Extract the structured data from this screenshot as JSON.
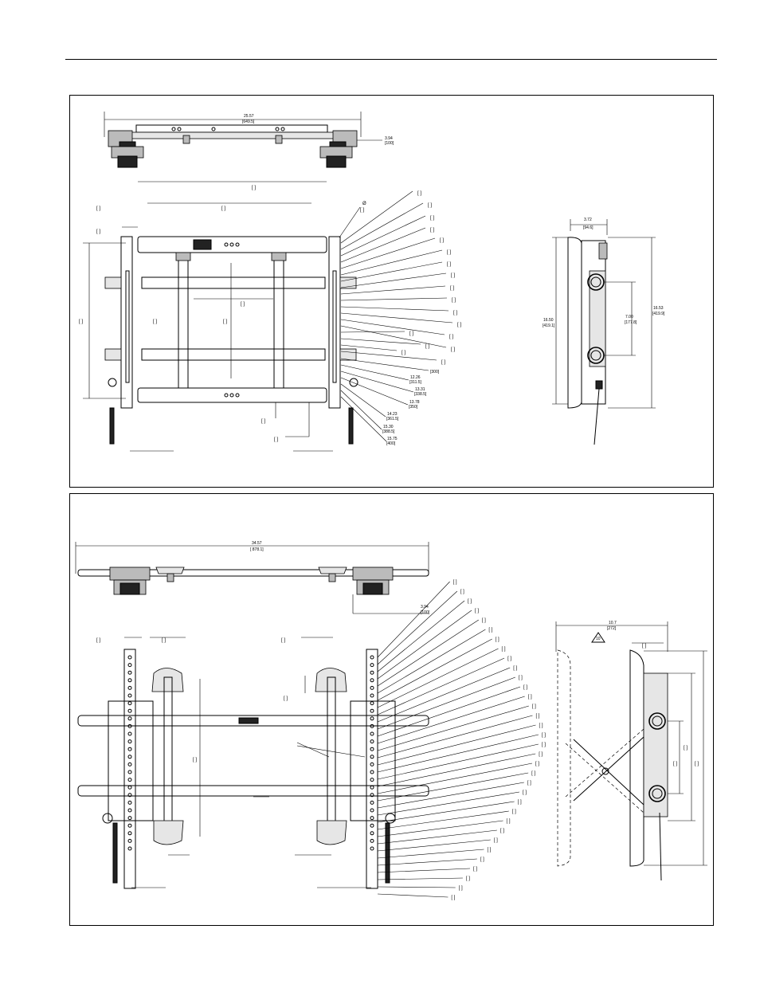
{
  "top_panel": {
    "overall_width": {
      "value": "25.57",
      "metric": "[649.5]"
    },
    "depth": {
      "value": "3.94",
      "metric": "[100]"
    },
    "side_width": {
      "value": "3.72",
      "metric": "[94.6]"
    },
    "side_height_inner": {
      "value": "16.50",
      "metric": "[419.1]"
    },
    "side_height_outer": {
      "value": "16.53",
      "metric": "[419.9]"
    },
    "side_center": {
      "value": "7.00",
      "metric": "[177.8]"
    },
    "phi_symbol": "Ø",
    "bracket": "[   ]",
    "right_ladder": [
      {
        "value": "",
        "metric": "[300]"
      },
      {
        "value": "12.26",
        "metric": "[311.5]"
      },
      {
        "value": "13.31",
        "metric": "[338.5]"
      },
      {
        "value": "13.78",
        "metric": "[350]"
      },
      {
        "value": "14.23",
        "metric": "[361.5]"
      },
      {
        "value": "15.30",
        "metric": "[388.5]"
      },
      {
        "value": "15.75",
        "metric": "[400]"
      }
    ]
  },
  "bottom_panel": {
    "overall_width": {
      "value": "34.57",
      "metric": "[ 878.1]"
    },
    "depth": {
      "value": "3.94",
      "metric": "[100]"
    },
    "side_width": {
      "value": "10.7",
      "metric": "[272]"
    },
    "side_tag": "10",
    "bracket": "[   ]"
  },
  "colors": {
    "line": "#000000",
    "background": "#ffffff",
    "fill_dark": "#222222"
  }
}
